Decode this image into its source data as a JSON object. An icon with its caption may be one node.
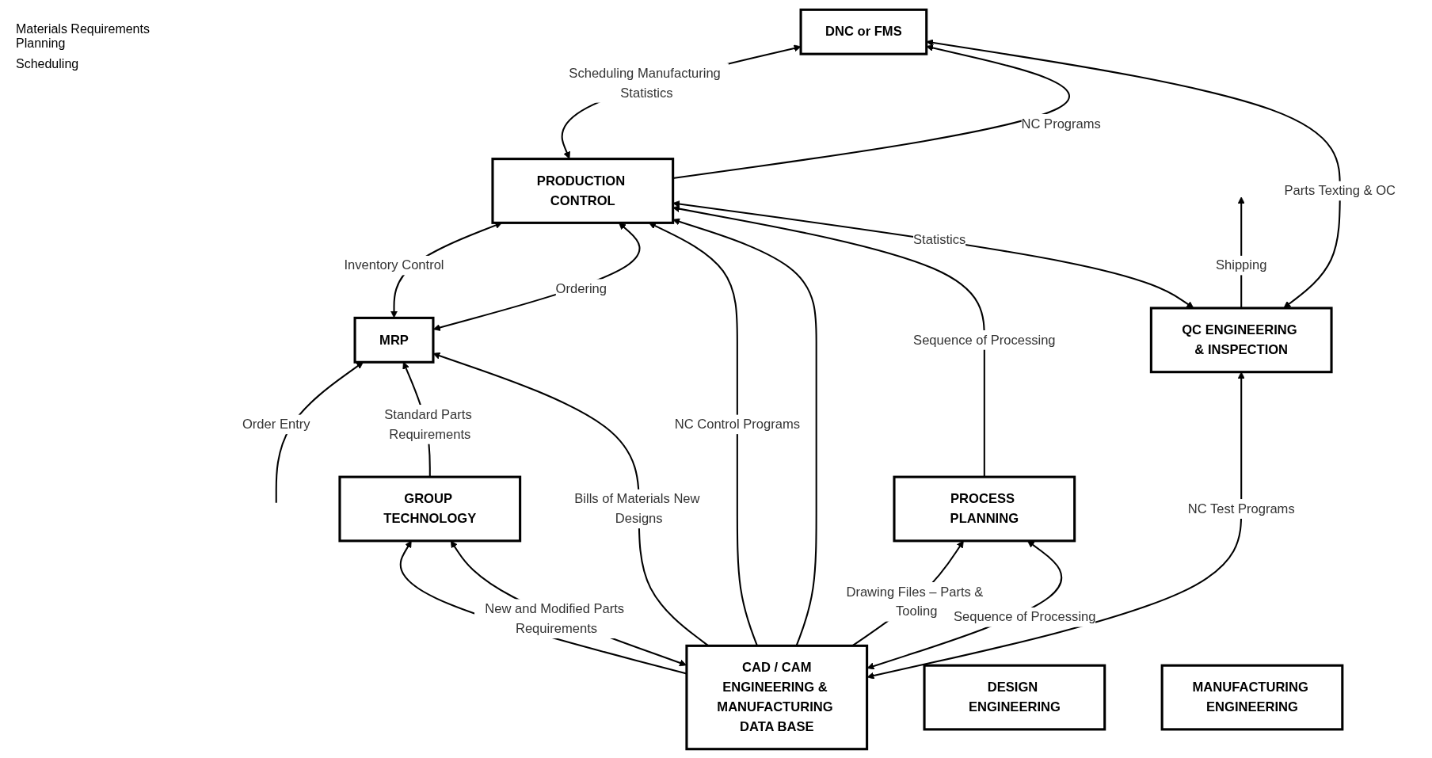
{
  "diagram": {
    "nodes": [
      {
        "text": [
          "MRP"
        ]
      },
      {
        "text": [
          "PRODUCTION CONTROL"
        ]
      },
      {
        "text": [
          "DNC or FMS"
        ]
      },
      {
        "text": [
          "GROUP TECHNOLOGY"
        ]
      },
      {
        "text": [
          "PROCESS PLANNING"
        ]
      },
      {
        "text": [
          "CAD / CAM",
          "ENGINEERING & MANUFACTURING DATA BASE"
        ]
      },
      {
        "text": [
          "DESIGN ENGINEERING"
        ]
      },
      {
        "text": [
          "MANUFACTURING ENGINEERING"
        ]
      },
      {
        "text": [
          "QC ENGINEERING & INSPECTION"
        ]
      }
    ],
    "edges": [
      {
        "from": null,
        "to": 0,
        "label": "Order Entry",
        "arrow": "to"
      },
      {
        "from": 0,
        "to": 1,
        "label": "Inventory Control",
        "arrow": "both"
      },
      {
        "from": 0,
        "to": 1,
        "label": "Ordering",
        "arrow": "both"
      },
      {
        "from": 1,
        "to": 2,
        "label": "Scheduling Manufacturing Statistics",
        "arrow": "both"
      },
      {
        "from": 1,
        "to": 2,
        "label": "NC Programs",
        "arrow": "to"
      },
      {
        "from": 3,
        "to": 0,
        "label": "Standard Parts Requirements",
        "arrow": "to"
      },
      {
        "from": 5,
        "to": 0,
        "label": "Bills of Materials New Designs",
        "arrow": "to"
      },
      {
        "from": 5,
        "to": 1,
        "label": "NC Control Programs",
        "arrow": "to"
      },
      {
        "from": 5,
        "to": 1,
        "arrow": "to"
      },
      {
        "from": 4,
        "to": 1,
        "label": "Sequence of Processing",
        "arrow": "to"
      },
      {
        "from": 5,
        "to": 3,
        "arrow": "to"
      },
      {
        "from": 5,
        "to": 3,
        "label": "New and Modified Parts Requirements",
        "arrow": "both"
      },
      {
        "from": 5,
        "to": 4,
        "label": "Drawing Files – Parts & Tooling",
        "arrow": "to"
      },
      {
        "from": 5,
        "to": 4,
        "label": "Sequence of Processing",
        "arrow": "both"
      },
      {
        "from": 8,
        "to": 1,
        "label": "Statistics",
        "arrow": "both"
      },
      {
        "from": 8,
        "to": 2,
        "label": "Parts Texting & OC",
        "arrow": "both"
      },
      {
        "from": 5,
        "to": 8,
        "label": "NC Test Programs",
        "arrow": "both"
      },
      {
        "from": 8,
        "to": null,
        "label": "Shipping",
        "arrow": "to"
      }
    ],
    "labels": [
      "Materials Requirements Planning",
      "Scheduling"
    ]
  }
}
